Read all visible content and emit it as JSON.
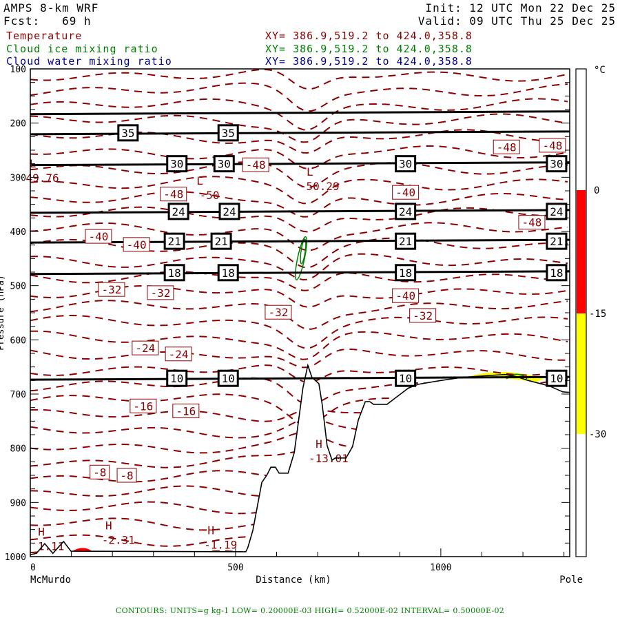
{
  "header": {
    "model": "AMPS 8-km WRF",
    "forecast": "Fcst:   69 h",
    "init": "Init: 12 UTC Mon 22 Dec 25",
    "valid": "Valid: 09 UTC Thu 25 Dec 25",
    "fields": [
      {
        "name": "Temperature",
        "xy": "XY= 386.9,519.2 to 424.0,358.8",
        "color": "#8b0000"
      },
      {
        "name": "Cloud ice mixing ratio",
        "xy": "XY= 386.9,519.2 to 424.0,358.8",
        "color": "#008000"
      },
      {
        "name": "Cloud water mixing ratio",
        "xy": "XY= 386.9,519.2 to 424.0,358.8",
        "color": "#00008b"
      }
    ]
  },
  "footer": "CONTOURS:  UNITS=g kg-1  LOW= 0.20000E-03  HIGH= 0.52000E-02  INTERVAL=  0.50000E-02",
  "chart_data": {
    "type": "contour",
    "title": "Vertical cross-section",
    "xlabel": "Distance (km)",
    "ylabel": "Pressure (hPa)",
    "xlim": [
      0,
      1314
    ],
    "ylim": [
      1000,
      100
    ],
    "x_ticks": [
      0,
      500,
      1000
    ],
    "x_tick_labels": [
      "0",
      "500",
      "1000"
    ],
    "x_end_labels": {
      "left": "McMurdo",
      "right": "Pole"
    },
    "y_ticks": [
      100,
      200,
      300,
      400,
      500,
      600,
      700,
      800,
      900,
      1000
    ],
    "y_tick_labels": [
      "100",
      "200",
      "300",
      "400",
      "500",
      "600",
      "700",
      "800",
      "900",
      "1000"
    ],
    "colorbar": {
      "unit": "°C",
      "bands": [
        {
          "from": 0,
          "to": -15,
          "color": "#ff0000"
        },
        {
          "from": -15,
          "to": -30,
          "color": "#ffff00"
        }
      ],
      "labels": [
        "0",
        "-15",
        "-30"
      ]
    },
    "terrain": [
      [
        0,
        996
      ],
      [
        2,
        996
      ],
      [
        15,
        994
      ],
      [
        35,
        976
      ],
      [
        55,
        994
      ],
      [
        81,
        972
      ],
      [
        99,
        990
      ],
      [
        525,
        991
      ],
      [
        530,
        983
      ],
      [
        542,
        952
      ],
      [
        564,
        863
      ],
      [
        576,
        850
      ],
      [
        586,
        835
      ],
      [
        597,
        835
      ],
      [
        606,
        846
      ],
      [
        628,
        846
      ],
      [
        643,
        808
      ],
      [
        653,
        752
      ],
      [
        664,
        689
      ],
      [
        676,
        647
      ],
      [
        686,
        669
      ],
      [
        703,
        681
      ],
      [
        711,
        719
      ],
      [
        723,
        795
      ],
      [
        735,
        822
      ],
      [
        743,
        818
      ],
      [
        769,
        818
      ],
      [
        785,
        797
      ],
      [
        799,
        748
      ],
      [
        816,
        714
      ],
      [
        827,
        714
      ],
      [
        836,
        719
      ],
      [
        869,
        719
      ],
      [
        888,
        708
      ],
      [
        921,
        689
      ],
      [
        945,
        682
      ],
      [
        1000,
        675
      ],
      [
        1055,
        669
      ],
      [
        1113,
        666
      ],
      [
        1156,
        664
      ],
      [
        1185,
        668
      ],
      [
        1213,
        675
      ],
      [
        1264,
        685
      ],
      [
        1297,
        696
      ],
      [
        1314,
        697
      ]
    ],
    "isentropes": [
      {
        "level": null,
        "p": 181,
        "labels": []
      },
      {
        "level": "35",
        "p": 218,
        "labels": [
          238,
          482
        ]
      },
      {
        "level": "30",
        "p": 275,
        "labels": [
          357,
          472,
          914,
          1282
        ]
      },
      {
        "level": "24",
        "p": 363,
        "labels": [
          361,
          485,
          914,
          1282
        ]
      },
      {
        "level": "21",
        "p": 418,
        "labels": [
          351,
          465,
          914,
          1282
        ]
      },
      {
        "level": "18",
        "p": 476,
        "labels": [
          351,
          482,
          914,
          1282
        ]
      },
      {
        "level": "10",
        "p": 671,
        "labels": [
          357,
          482,
          914,
          1282
        ]
      }
    ],
    "temperature_labels": [
      {
        "text": "-48",
        "x": 1160,
        "p": 244
      },
      {
        "text": "-48",
        "x": 1272,
        "p": 241
      },
      {
        "text": "-48",
        "x": 549,
        "p": 277
      },
      {
        "text": "-48",
        "x": 399,
        "p": 331
      },
      {
        "text": "-40",
        "x": 914,
        "p": 371
      },
      {
        "text": "-48",
        "x": 1272,
        "p": 383
      },
      {
        "text": "-40",
        "x": 166,
        "p": 409
      },
      {
        "text": "-40",
        "x": 309,
        "p": 424
      },
      {
        "text": "-40",
        "x": 914,
        "p": 460
      },
      {
        "text": "-32",
        "x": 198,
        "p": 507
      },
      {
        "text": "-32",
        "x": 317,
        "p": 513
      },
      {
        "text": "-32",
        "x": 604,
        "p": 549
      },
      {
        "text": "-32",
        "x": 956,
        "p": 555
      },
      {
        "text": "-24",
        "x": 280,
        "p": 615
      },
      {
        "text": "-24",
        "x": 361,
        "p": 626
      },
      {
        "text": "-16",
        "x": 275,
        "p": 722
      },
      {
        "text": "-16",
        "x": 379,
        "p": 731
      },
      {
        "text": "-8",
        "x": 169,
        "p": 844
      },
      {
        "text": "-8",
        "x": 235,
        "p": 850
      }
    ],
    "extrema": [
      {
        "kind": "L",
        "value": "-50",
        "x": 413,
        "p": 255
      },
      {
        "kind": "L",
        "value": "49.76",
        "x": 6,
        "p": 282
      },
      {
        "kind": "L",
        "value": "-50.29",
        "x": 681,
        "p": 297
      },
      {
        "kind": "H",
        "value": "-13.01",
        "x": 703,
        "p": 799
      },
      {
        "kind": "H",
        "value": "1.11",
        "x": 27,
        "p": 961
      },
      {
        "kind": "H",
        "value": "-2.31",
        "x": 191,
        "p": 950
      },
      {
        "kind": "H",
        "value": "-1.19",
        "x": 440,
        "p": 959
      }
    ]
  }
}
